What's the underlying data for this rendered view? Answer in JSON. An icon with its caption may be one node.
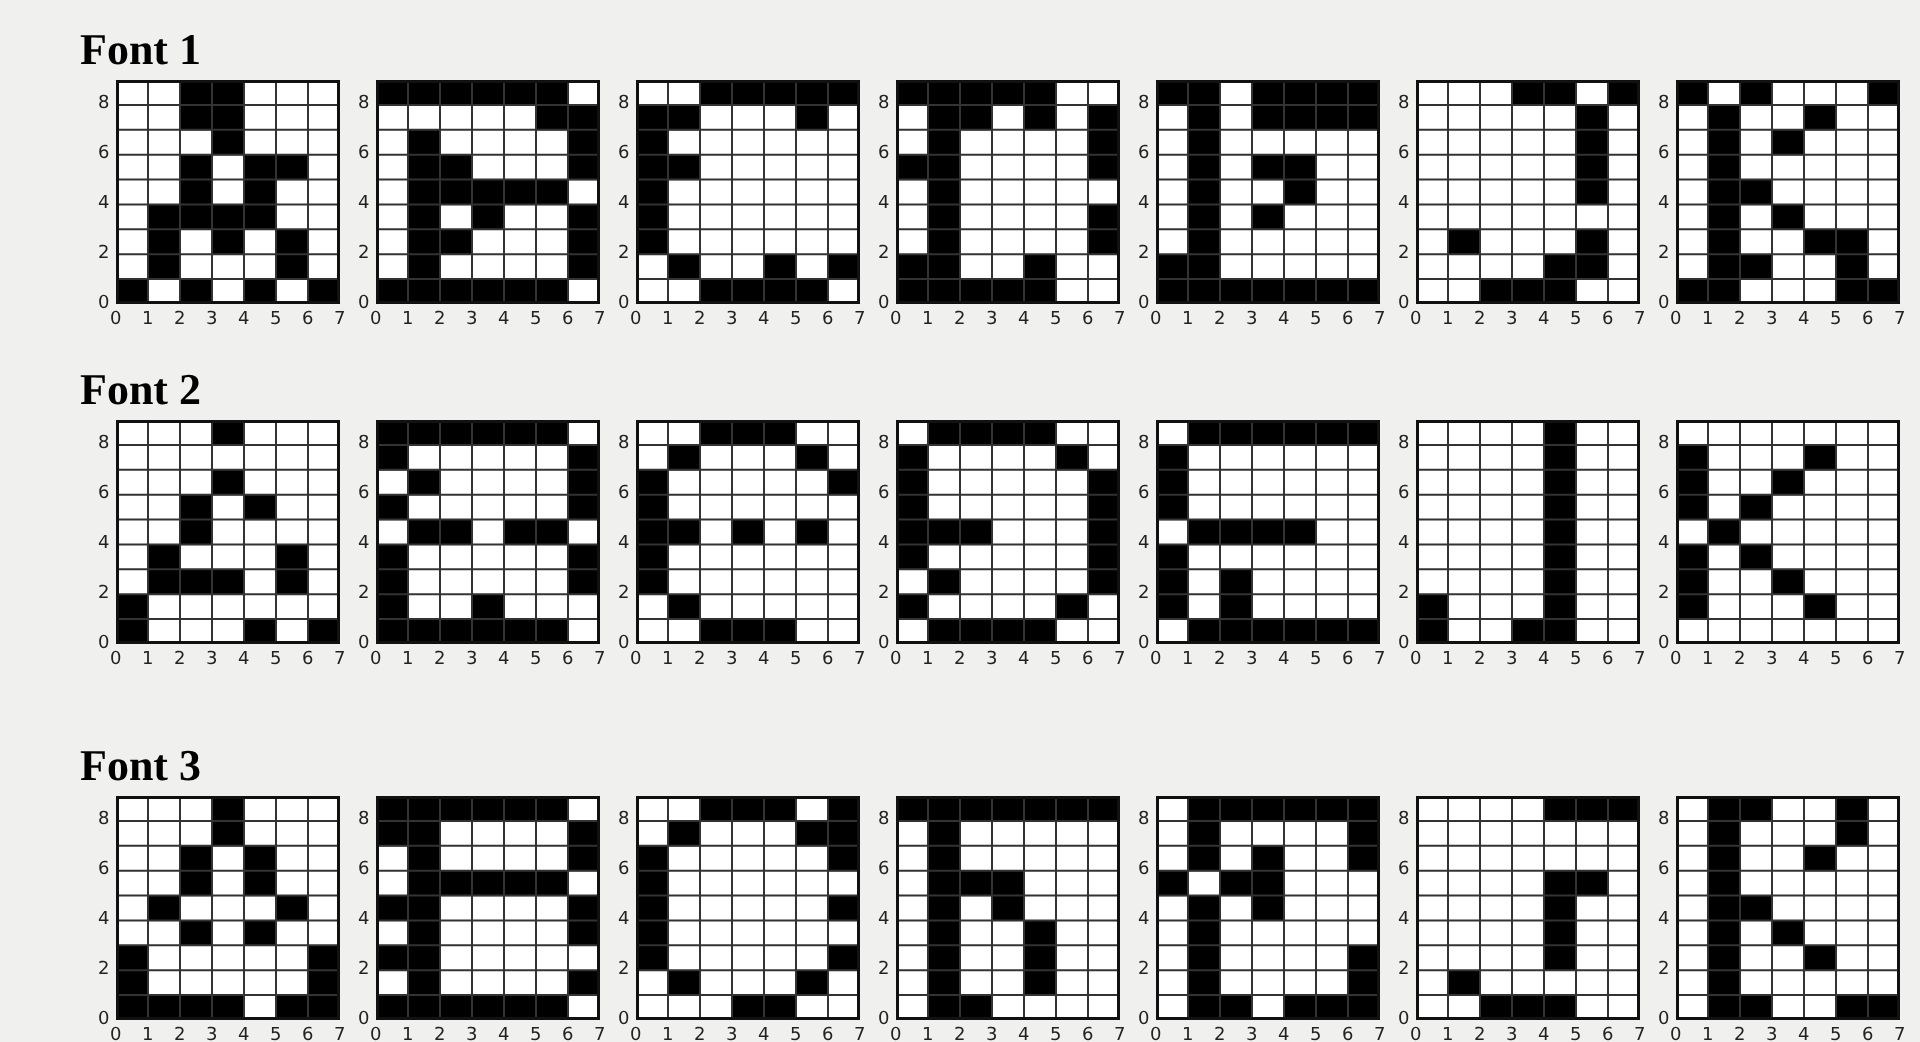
{
  "diagram": {
    "labels": [
      "Font 1",
      "8",
      "6",
      "4",
      "2",
      "0",
      "0",
      "1",
      "2",
      "3",
      "4",
      "5",
      "6",
      "7",
      "8",
      "6",
      "4",
      "2",
      "0",
      "0",
      "1",
      "2",
      "3",
      "4",
      "5",
      "6",
      "7",
      "8",
      "6",
      "4",
      "2",
      "0",
      "0",
      "1",
      "2",
      "3",
      "4",
      "5",
      "6",
      "7",
      "8",
      "6",
      "4",
      "2",
      "0",
      "0",
      "1",
      "2",
      "3",
      "4",
      "5",
      "6",
      "7",
      "8",
      "6",
      "4",
      "2",
      "0",
      "0",
      "1",
      "2",
      "3",
      "4",
      "5",
      "6",
      "7",
      "8",
      "6",
      "4",
      "2",
      "0",
      "0",
      "1",
      "2",
      "3",
      "4",
      "5",
      "6",
      "7",
      "8",
      "6",
      "4",
      "2",
      "0",
      "0",
      "1",
      "2",
      "3",
      "4",
      "5",
      "6",
      "7",
      "Font 2",
      "8",
      "6",
      "4",
      "2",
      "0",
      "0",
      "1",
      "2",
      "3",
      "4",
      "5",
      "6",
      "7",
      "8",
      "6",
      "4",
      "2",
      "0",
      "0",
      "1",
      "2",
      "3",
      "4",
      "5",
      "6",
      "7",
      "8",
      "6",
      "4",
      "2",
      "0",
      "0",
      "1",
      "2",
      "3",
      "4",
      "5",
      "6",
      "7",
      "8",
      "6",
      "4",
      "2",
      "0",
      "0",
      "1",
      "2",
      "3",
      "4",
      "5",
      "6",
      "7",
      "8",
      "6",
      "4",
      "2",
      "0",
      "0",
      "1",
      "2",
      "3",
      "4",
      "5",
      "6",
      "7",
      "8",
      "6",
      "4",
      "2",
      "0",
      "0",
      "1",
      "2",
      "3",
      "4",
      "5",
      "6",
      "7",
      "8",
      "6",
      "4",
      "2",
      "0",
      "0",
      "1",
      "2",
      "3",
      "4",
      "5",
      "6",
      "7",
      "Font 3",
      "8",
      "6",
      "4",
      "2",
      "0",
      "0",
      "1",
      "2",
      "3",
      "4",
      "5",
      "6",
      "7",
      "8",
      "6",
      "4",
      "2",
      "0",
      "0",
      "1",
      "2",
      "3",
      "4",
      "5",
      "6",
      "7",
      "8",
      "6",
      "4",
      "2",
      "0",
      "0",
      "1",
      "2",
      "3",
      "4",
      "5",
      "6",
      "7",
      "8",
      "6",
      "4",
      "2",
      "0",
      "0",
      "1",
      "2",
      "3",
      "4",
      "5",
      "6",
      "7",
      "8",
      "6",
      "4",
      "2",
      "0",
      "0",
      "1",
      "2",
      "3",
      "4",
      "5",
      "6",
      "7",
      "8",
      "6",
      "4",
      "2",
      "0",
      "0",
      "1",
      "2",
      "3",
      "4",
      "5",
      "6",
      "7",
      "8",
      "6",
      "4",
      "2",
      "0",
      "0",
      "1",
      "2",
      "3",
      "4",
      "5",
      "6",
      "7"
    ]
  }
}
